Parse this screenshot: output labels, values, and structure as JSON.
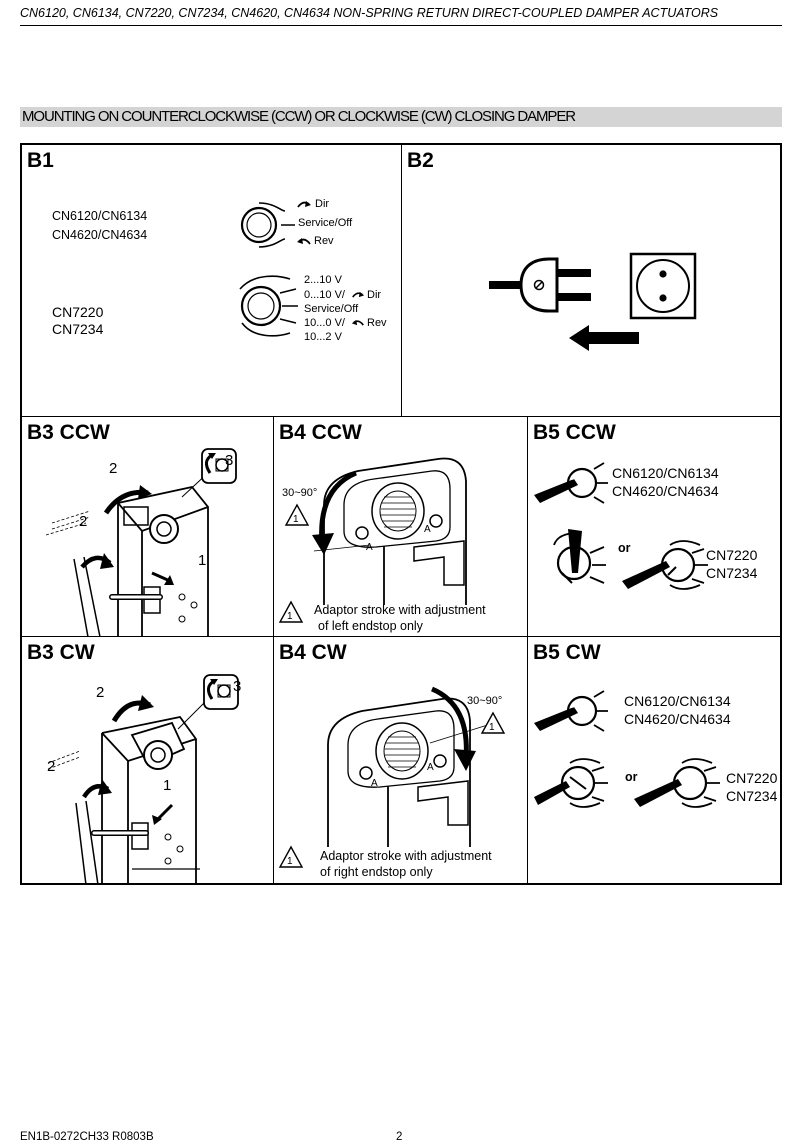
{
  "header": {
    "title": "CN6120, CN6134, CN7220, CN7234, CN4620, CN4634 NON-SPRING RETURN DIRECT-COUPLED DAMPER ACTUATORS"
  },
  "section": {
    "title": "MOUNTING ON COUNTERCLOCKWISE (CCW) OR CLOCKWISE (CW) CLOSING DAMPER"
  },
  "b1": {
    "label": "B1",
    "models_a": [
      "CN6120/CN6134",
      "CN4620/CN4634"
    ],
    "models_b": [
      "CN7220",
      "CN7234"
    ],
    "switch_a": {
      "dir": "Dir",
      "service": "Service/Off",
      "rev": "Rev"
    },
    "switch_b": {
      "l1": "2...10 V",
      "l2": "0...10 V/",
      "l2b": "Dir",
      "l3": "Service/Off",
      "l4": "10...0 V/",
      "l4b": "Rev",
      "l5": "10...2 V"
    }
  },
  "b2": {
    "label": "B2"
  },
  "b3ccw": {
    "label": "B3 CCW",
    "n1": "2",
    "n2": "2",
    "n3": "1",
    "n4": "3"
  },
  "b4ccw": {
    "label": "B4 CCW",
    "angle": "30~90°",
    "warn_num": "1",
    "note1": "Adaptor stroke with adjustment",
    "note2": "of left endstop only",
    "marker": "A"
  },
  "b5ccw": {
    "label": "B5 CCW",
    "models_a": [
      "CN6120/CN6134",
      "CN4620/CN4634"
    ],
    "or": "or",
    "models_b": [
      "CN7220",
      "CN7234"
    ]
  },
  "b3cw": {
    "label": "B3 CW",
    "n1": "2",
    "n2": "2",
    "n3": "1",
    "n4": "3"
  },
  "b4cw": {
    "label": "B4 CW",
    "angle": "30~90°",
    "warn_num": "1",
    "note1": "Adaptor stroke with adjustment",
    "note2": "of right endstop only",
    "marker": "A"
  },
  "b5cw": {
    "label": "B5 CW",
    "models_a": [
      "CN6120/CN6134",
      "CN4620/CN4634"
    ],
    "or": "or",
    "models_b": [
      "CN7220",
      "CN7234"
    ]
  },
  "footer": {
    "doc_id": "EN1B-0272CH33 R0803B",
    "page": "2"
  }
}
